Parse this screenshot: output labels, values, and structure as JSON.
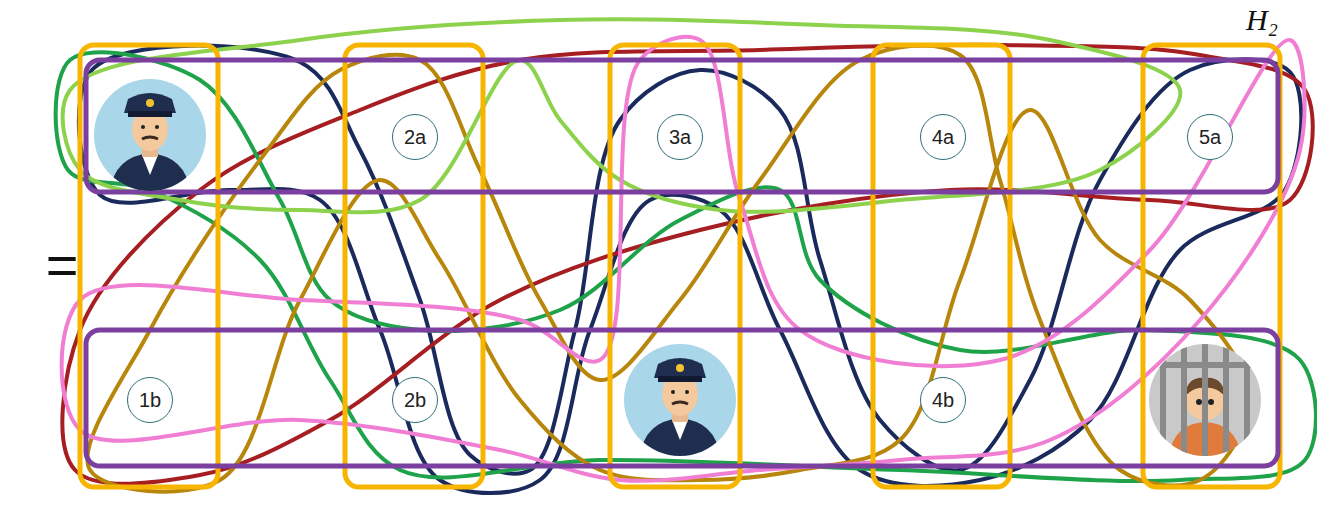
{
  "diagram": {
    "nodes": [
      {
        "text": [
          "2a"
        ]
      },
      {
        "text": [
          "3a"
        ]
      },
      {
        "text": [
          "4a"
        ]
      },
      {
        "text": [
          "5a"
        ]
      },
      {
        "text": [
          "1b"
        ]
      },
      {
        "text": [
          "2b"
        ]
      },
      {
        "text": [
          "4b"
        ]
      }
    ],
    "labels": [
      "H₂",
      "="
    ]
  }
}
